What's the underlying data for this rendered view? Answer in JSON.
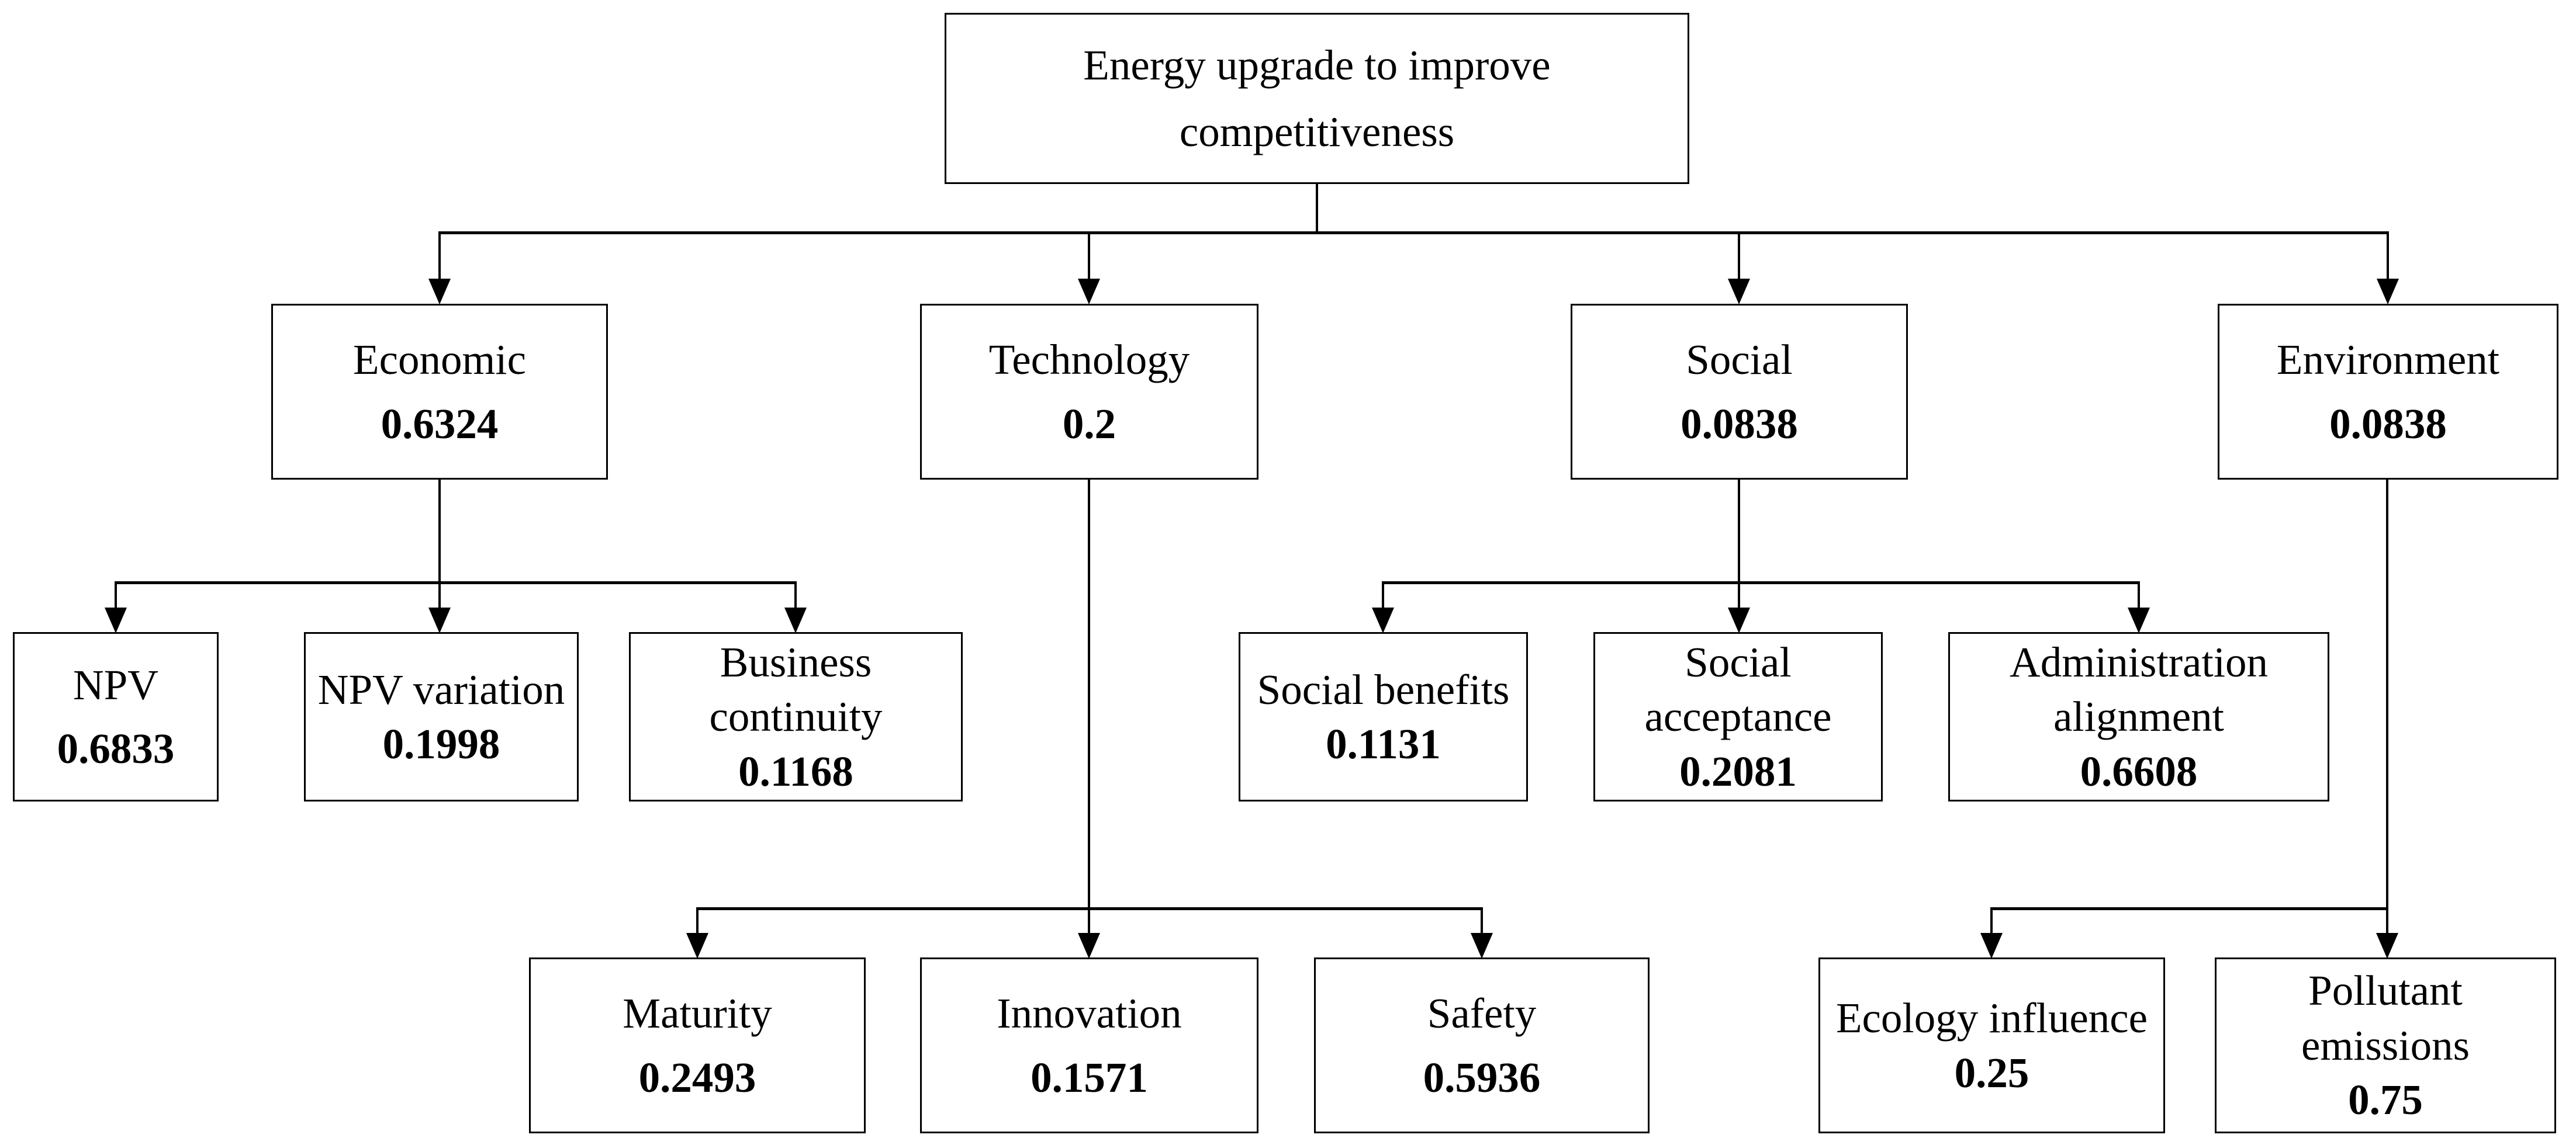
{
  "diagram": {
    "title_node": "Energy upgrade to improve competitiveness",
    "colors": {
      "line": "#000000",
      "background": "#ffffff",
      "text": "#000000"
    },
    "nodes": {
      "root": {
        "label": "Energy upgrade to improve competitiveness"
      },
      "economic": {
        "label": "Economic",
        "value": "0.6324"
      },
      "technology": {
        "label": "Technology",
        "value": "0.2"
      },
      "social": {
        "label": "Social",
        "value": "0.0838"
      },
      "environment": {
        "label": "Environment",
        "value": "0.0838"
      },
      "npv": {
        "label": "NPV",
        "value": "0.6833"
      },
      "npv_variation": {
        "label": "NPV variation",
        "value": "0.1998"
      },
      "business_continuity": {
        "label": "Business continuity",
        "value": "0.1168"
      },
      "social_benefits": {
        "label": "Social benefits",
        "value": "0.1131"
      },
      "social_acceptance": {
        "label": "Social acceptance",
        "value": "0.2081"
      },
      "administration_alignment": {
        "label": "Administration alignment",
        "value": "0.6608"
      },
      "maturity": {
        "label": "Maturity",
        "value": "0.2493"
      },
      "innovation": {
        "label": "Innovation",
        "value": "0.1571"
      },
      "safety": {
        "label": "Safety",
        "value": "0.5936"
      },
      "ecology_influence": {
        "label": "Ecology influence",
        "value": "0.25"
      },
      "pollutant_emissions": {
        "label": "Pollutant emissions",
        "value": "0.75"
      }
    },
    "hierarchy": {
      "root": [
        "economic",
        "technology",
        "social",
        "environment"
      ],
      "economic": [
        "npv",
        "npv_variation",
        "business_continuity"
      ],
      "technology": [
        "maturity",
        "innovation",
        "safety"
      ],
      "social": [
        "social_benefits",
        "social_acceptance",
        "administration_alignment"
      ],
      "environment": [
        "ecology_influence",
        "pollutant_emissions"
      ]
    }
  }
}
